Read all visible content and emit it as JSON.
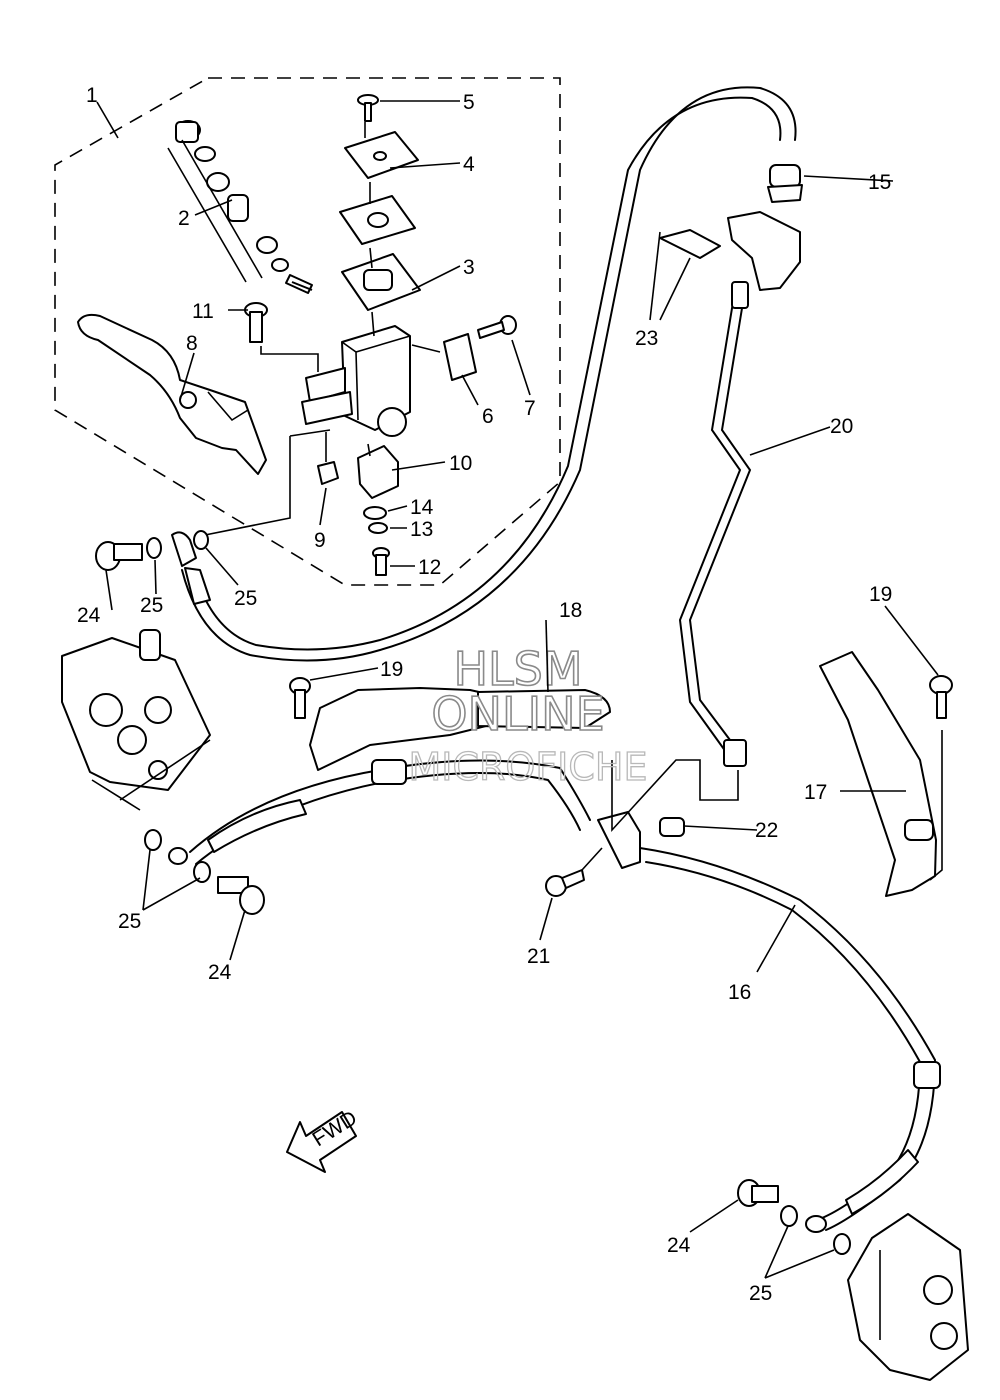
{
  "watermark": {
    "line1": "HLSM",
    "line2": "ONLINE",
    "line3": "MICROFICHE"
  },
  "fwd_label": "FWD",
  "callouts": [
    "1",
    "2",
    "3",
    "4",
    "5",
    "6",
    "7",
    "8",
    "9",
    "10",
    "11",
    "12",
    "13",
    "14",
    "15",
    "16",
    "17",
    "18",
    "19",
    "19",
    "20",
    "21",
    "22",
    "23",
    "24",
    "24",
    "24",
    "25",
    "25",
    "25"
  ]
}
